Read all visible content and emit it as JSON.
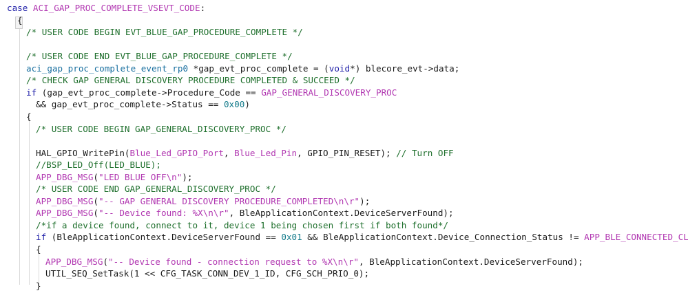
{
  "editor": {
    "lines": [
      {
        "segments": [
          {
            "c": "kw",
            "t": "case "
          },
          {
            "c": "mac",
            "t": "ACI_GAP_PROC_COMPLETE_VSEVT_CODE"
          },
          {
            "c": "pl",
            "t": ":"
          }
        ]
      },
      {
        "segments": [
          {
            "c": "pl",
            "t": "{"
          }
        ]
      },
      {
        "segments": [
          {
            "c": "cm",
            "t": "/* USER CODE BEGIN EVT_BLUE_GAP_PROCEDURE_COMPLETE */"
          }
        ]
      },
      {
        "segments": []
      },
      {
        "segments": [
          {
            "c": "cm",
            "t": "/* USER CODE END EVT_BLUE_GAP_PROCEDURE_COMPLETE */"
          }
        ]
      },
      {
        "segments": [
          {
            "c": "ty",
            "t": "aci_gap_proc_complete_event_rp0"
          },
          {
            "c": "pl",
            "t": " *gap_evt_proc_complete = ("
          },
          {
            "c": "kw",
            "t": "void"
          },
          {
            "c": "pl",
            "t": "*) blecore_evt->data;"
          }
        ]
      },
      {
        "segments": [
          {
            "c": "cm",
            "t": "/* CHECK GAP GENERAL DISCOVERY PROCEDURE COMPLETED & SUCCEED */"
          }
        ]
      },
      {
        "segments": [
          {
            "c": "kw",
            "t": "if"
          },
          {
            "c": "pl",
            "t": " (gap_evt_proc_complete->Procedure_Code == "
          },
          {
            "c": "mac",
            "t": "GAP_GENERAL_DISCOVERY_PROC"
          }
        ]
      },
      {
        "segments": [
          {
            "c": "pl",
            "t": "&& gap_evt_proc_complete->Status == "
          },
          {
            "c": "num",
            "t": "0x00"
          },
          {
            "c": "pl",
            "t": ")"
          }
        ]
      },
      {
        "segments": [
          {
            "c": "pl",
            "t": "{"
          }
        ]
      },
      {
        "segments": [
          {
            "c": "cm",
            "t": "/* USER CODE BEGIN GAP_GENERAL_DISCOVERY_PROC */"
          }
        ]
      },
      {
        "segments": []
      },
      {
        "segments": [
          {
            "c": "pl",
            "t": "HAL_GPIO_WritePin("
          },
          {
            "c": "mac",
            "t": "Blue_Led_GPIO_Port"
          },
          {
            "c": "pl",
            "t": ", "
          },
          {
            "c": "mac",
            "t": "Blue_Led_Pin"
          },
          {
            "c": "pl",
            "t": ", GPIO_PIN_RESET); "
          },
          {
            "c": "cm",
            "t": "// Turn OFF"
          }
        ]
      },
      {
        "segments": [
          {
            "c": "cm",
            "t": "//BSP_LED_Off(LED_BLUE);"
          }
        ]
      },
      {
        "segments": [
          {
            "c": "mac",
            "t": "APP_DBG_MSG"
          },
          {
            "c": "pl",
            "t": "("
          },
          {
            "c": "str",
            "t": "\"LED BLUE OFF\\n\""
          },
          {
            "c": "pl",
            "t": ");"
          }
        ]
      },
      {
        "segments": [
          {
            "c": "cm",
            "t": "/* USER CODE END GAP_GENERAL_DISCOVERY_PROC */"
          }
        ]
      },
      {
        "segments": [
          {
            "c": "mac",
            "t": "APP_DBG_MSG"
          },
          {
            "c": "pl",
            "t": "("
          },
          {
            "c": "str",
            "t": "\"-- GAP GENERAL DISCOVERY PROCEDURE_COMPLETED\\n\\r\""
          },
          {
            "c": "pl",
            "t": ");"
          }
        ]
      },
      {
        "segments": [
          {
            "c": "mac",
            "t": "APP_DBG_MSG"
          },
          {
            "c": "pl",
            "t": "("
          },
          {
            "c": "str",
            "t": "\"-- Device found: %X\\n\\r\""
          },
          {
            "c": "pl",
            "t": ", BleApplicationContext.DeviceServerFound);"
          }
        ]
      },
      {
        "segments": [
          {
            "c": "cm",
            "t": "/*if a device found, connect to it, device 1 being chosen first if both found*/"
          }
        ]
      },
      {
        "segments": [
          {
            "c": "kw",
            "t": "if"
          },
          {
            "c": "pl",
            "t": " (BleApplicationContext.DeviceServerFound == "
          },
          {
            "c": "num",
            "t": "0x01"
          },
          {
            "c": "pl",
            "t": " && BleApplicationContext.Device_Connection_Status != "
          },
          {
            "c": "mac",
            "t": "APP_BLE_CONNECTED_CLIENT"
          },
          {
            "c": "pl",
            "t": ")"
          }
        ]
      },
      {
        "segments": [
          {
            "c": "pl",
            "t": "{"
          }
        ]
      },
      {
        "segments": [
          {
            "c": "mac",
            "t": "APP_DBG_MSG"
          },
          {
            "c": "pl",
            "t": "("
          },
          {
            "c": "str",
            "t": "\"-- Device found - connection request to %X\\n\\r\""
          },
          {
            "c": "pl",
            "t": ", BleApplicationContext.DeviceServerFound);"
          }
        ]
      },
      {
        "segments": [
          {
            "c": "pl",
            "t": "UTIL_SEQ_SetTask(1 << CFG_TASK_CONN_DEV_1_ID, CFG_SCH_PRIO_0);"
          }
        ]
      },
      {
        "segments": [
          {
            "c": "pl",
            "t": "}"
          }
        ]
      }
    ]
  }
}
